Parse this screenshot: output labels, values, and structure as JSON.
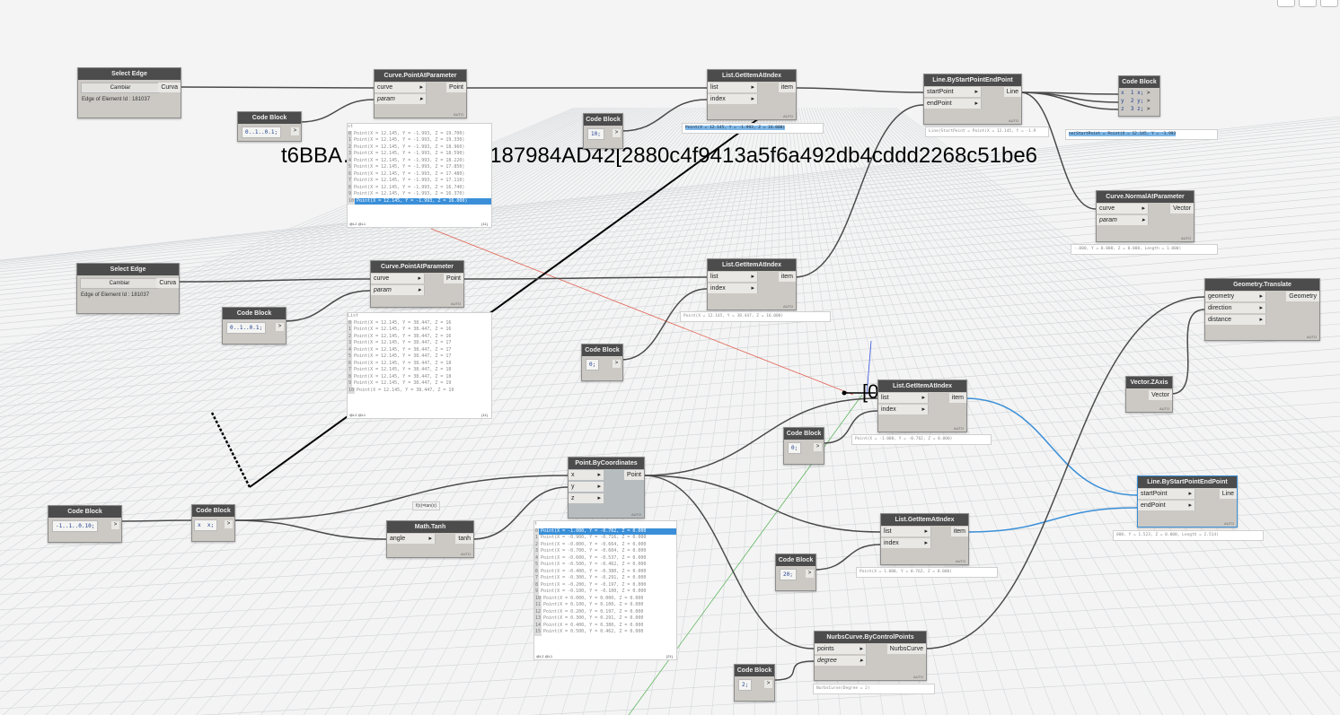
{
  "overlay_text": "t6BBA…CF99F3du54187984AD42[2880c4f9413a5f6a492db4cddd2268c51be6",
  "overlay_bracket": "[0",
  "tooltip": "f(x)=tan(x)",
  "nodes": {
    "select_edge_1": {
      "title": "Select Edge",
      "button": "Cambiar",
      "out": "Curva",
      "info": "Edge of Element Id : 181037"
    },
    "select_edge_2": {
      "title": "Select Edge",
      "button": "Cambiar",
      "out": "Curva",
      "info": "Edge of Element Id : 181037"
    },
    "cpap_1": {
      "title": "Curve.PointAtParameter",
      "in1": "curve",
      "in2": "param",
      "out": "Point",
      "foot": "AUTO"
    },
    "cpap_2": {
      "title": "Curve.PointAtParameter",
      "in1": "curve",
      "in2": "param",
      "out": "Point",
      "foot": "AUTO"
    },
    "cb_range_1": {
      "title": "Code Block",
      "code": "0..1..0.1;",
      "out": ">"
    },
    "cb_range_2": {
      "title": "Code Block",
      "code": "0..1..0.1;",
      "out": ">"
    },
    "cb_10": {
      "title": "Code Block",
      "code": "10;",
      "out": ">"
    },
    "cb_0a": {
      "title": "Code Block",
      "code": "0;",
      "out": ">"
    },
    "cb_0b": {
      "title": "Code Block",
      "code": "0;",
      "out": ">"
    },
    "cb_20": {
      "title": "Code Block",
      "code": "20;",
      "out": ">"
    },
    "cb_2": {
      "title": "Code Block",
      "code": "2;",
      "out": ">"
    },
    "cb_neg": {
      "title": "Code Block",
      "code": "-1..1..0.10;",
      "out": ">"
    },
    "cb_x": {
      "title": "Code Block",
      "code": "x;",
      "in": "x",
      "out": ">"
    },
    "cb_xyz": {
      "title": "Code Block",
      "lines": [
        {
          "in": "x",
          "code": "1 x;"
        },
        {
          "in": "y",
          "code": "2 y;"
        },
        {
          "in": "z",
          "code": "3 z;"
        }
      ]
    },
    "gia_1": {
      "title": "List.GetItemAtIndex",
      "in1": "list",
      "in2": "index",
      "out": "item",
      "foot": "AUTO"
    },
    "gia_2": {
      "title": "List.GetItemAtIndex",
      "in1": "list",
      "in2": "index",
      "out": "item",
      "foot": "AUTO"
    },
    "gia_3": {
      "title": "List.GetItemAtIndex",
      "in1": "list",
      "in2": "index",
      "out": "item",
      "foot": "AUTO"
    },
    "gia_4": {
      "title": "List.GetItemAtIndex",
      "in1": "list",
      "in2": "index",
      "out": "item",
      "foot": "AUTO"
    },
    "line_1": {
      "title": "Line.ByStartPointEndPoint",
      "in1": "startPoint",
      "in2": "endPoint",
      "out": "Line",
      "foot": "AUTO"
    },
    "line_2": {
      "title": "Line.ByStartPointEndPoint",
      "in1": "startPoint",
      "in2": "endPoint",
      "out": "Line",
      "foot": "AUTO"
    },
    "normal": {
      "title": "Curve.NormalAtParameter",
      "in1": "curve",
      "in2": "param",
      "out": "Vector",
      "foot": "AUTO"
    },
    "translate": {
      "title": "Geometry.Translate",
      "in1": "geometry",
      "in2": "direction",
      "in3": "distance",
      "out": "Geometry",
      "foot": "AUTO"
    },
    "zaxis": {
      "title": "Vector.ZAxis",
      "out": "Vector",
      "foot": "AUTO"
    },
    "tanh": {
      "title": "Math.Tanh",
      "in1": "angle",
      "out": "tanh",
      "foot": "AUTO"
    },
    "pbc": {
      "title": "Point.ByCoordinates",
      "in1": "x",
      "in2": "y",
      "in3": "z",
      "out": "Point",
      "foot": "AUTO"
    },
    "nurbs": {
      "title": "NurbsCurve.ByControlPoints",
      "in1": "points",
      "in2": "degree",
      "out": "NurbsCurve",
      "foot": "AUTO"
    }
  },
  "bubbles": {
    "gia_1": "Point(X = 12.145, Y = -1.993, Z = 16.000)",
    "gia_2": "Point(X = 12.145, Y = 38.447, Z = 16.000)",
    "gia_3": "Point(X = -1.000, Y = -0.762, Z = 0.000)",
    "gia_4": "Point(X = 1.000, Y = 0.762, Z = 0.000)",
    "line_1": "Line(StartPoint = Point(X = 12.145, Y = -1.9",
    "cb_xyz": "ne(StartPoint = Point(X = 12.145, Y = -1.993",
    "normal": "-.000, Y = 0.000, Z = 0.000, Length = 1.000)",
    "line_2": "000, Y = 1.523, Z = 0.000, Length = 2.514)",
    "nurbs": "NurbsCurve(Degree = 2)"
  },
  "preview_1": {
    "head": "st",
    "rows": [
      {
        "i": "0",
        "t": "Point(X = 12.145, Y = -1.993, Z = 19.700)"
      },
      {
        "i": "1",
        "t": "Point(X = 12.145, Y = -1.993, Z = 19.330)"
      },
      {
        "i": "2",
        "t": "Point(X = 12.145, Y = -1.993, Z = 18.960)"
      },
      {
        "i": "3",
        "t": "Point(X = 12.145, Y = -1.993, Z = 18.590)"
      },
      {
        "i": "4",
        "t": "Point(X = 12.145, Y = -1.993, Z = 18.220)"
      },
      {
        "i": "5",
        "t": "Point(X = 12.145, Y = -1.993, Z = 17.850)"
      },
      {
        "i": "6",
        "t": "Point(X = 12.145, Y = -1.993, Z = 17.480)"
      },
      {
        "i": "7",
        "t": "Point(X = 12.145, Y = -1.993, Z = 17.110)"
      },
      {
        "i": "8",
        "t": "Point(X = 12.145, Y = -1.993, Z = 16.740)"
      },
      {
        "i": "9",
        "t": "Point(X = 12.145, Y = -1.993, Z = 16.370)"
      },
      {
        "i": "10",
        "t": "Point(X = 12.145, Y = -1.993, Z = 16.000)",
        "hl": true
      }
    ],
    "foot_left": "@L2 @L1",
    "foot_right": "{11}"
  },
  "preview_2": {
    "head": "List",
    "rows": [
      {
        "i": "0",
        "t": "Point(X = 12.145, Y = 38.447, Z = 16"
      },
      {
        "i": "1",
        "t": "Point(X = 12.145, Y = 38.447, Z = 16"
      },
      {
        "i": "2",
        "t": "Point(X = 12.145, Y = 38.447, Z = 16"
      },
      {
        "i": "3",
        "t": "Point(X = 12.145, Y = 38.447, Z = 17"
      },
      {
        "i": "4",
        "t": "Point(X = 12.145, Y = 38.447, Z = 17"
      },
      {
        "i": "5",
        "t": "Point(X = 12.145, Y = 38.447, Z = 17"
      },
      {
        "i": "6",
        "t": "Point(X = 12.145, Y = 38.447, Z = 18"
      },
      {
        "i": "7",
        "t": "Point(X = 12.145, Y = 38.447, Z = 18"
      },
      {
        "i": "8",
        "t": "Point(X = 12.145, Y = 38.447, Z = 18"
      },
      {
        "i": "9",
        "t": "Point(X = 12.145, Y = 38.447, Z = 19"
      },
      {
        "i": "10",
        "t": "Point(X = 12.145, Y = 38.447, Z = 19"
      }
    ],
    "foot_left": "@L2 @L1",
    "foot_right": "{11}"
  },
  "preview_3": {
    "head": "t",
    "rows": [
      {
        "i": "0",
        "t": "Point(X = -1.000, Y = -0.762, Z = 0.000",
        "hl": true
      },
      {
        "i": "1",
        "t": "Point(X = -0.900, Y = -0.716, Z = 0.000"
      },
      {
        "i": "2",
        "t": "Point(X = -0.800, Y = -0.664, Z = 0.000"
      },
      {
        "i": "3",
        "t": "Point(X = -0.700, Y = -0.604, Z = 0.000"
      },
      {
        "i": "4",
        "t": "Point(X = -0.600, Y = -0.537, Z = 0.000"
      },
      {
        "i": "5",
        "t": "Point(X = -0.500, Y = -0.462, Z = 0.000"
      },
      {
        "i": "6",
        "t": "Point(X = -0.400, Y = -0.380, Z = 0.000"
      },
      {
        "i": "7",
        "t": "Point(X = -0.300, Y = -0.291, Z = 0.000"
      },
      {
        "i": "8",
        "t": "Point(X = -0.200, Y = -0.197, Z = 0.000"
      },
      {
        "i": "9",
        "t": "Point(X = -0.100, Y = -0.100, Z = 0.000"
      },
      {
        "i": "10",
        "t": "Point(X = 0.000, Y = 0.000, Z = 0.000"
      },
      {
        "i": "11",
        "t": "Point(X = 0.100, Y = 0.100, Z = 0.000"
      },
      {
        "i": "12",
        "t": "Point(X = 0.200, Y = 0.197, Z = 0.000"
      },
      {
        "i": "13",
        "t": "Point(X = 0.300, Y = 0.291, Z = 0.000"
      },
      {
        "i": "14",
        "t": "Point(X = 0.400, Y = 0.380, Z = 0.000"
      },
      {
        "i": "15",
        "t": "Point(X = 0.500, Y = 0.462, Z = 0.000"
      }
    ],
    "foot_left": "@L2 @L1",
    "foot_right": "{21}"
  }
}
